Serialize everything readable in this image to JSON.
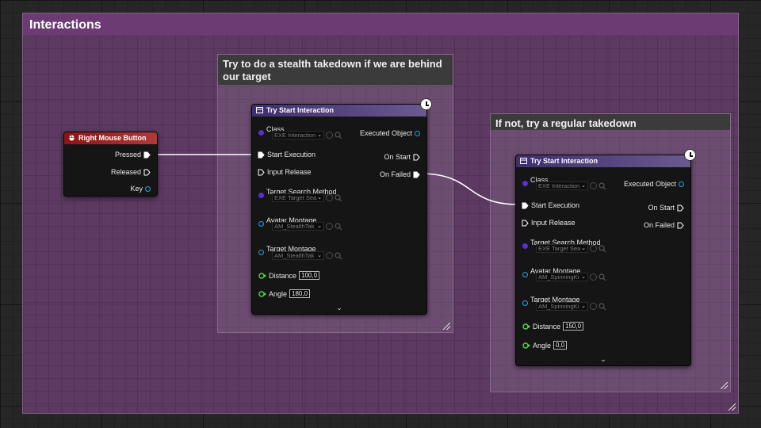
{
  "comments": {
    "outer": {
      "title": "Interactions"
    },
    "stealth": {
      "title": "Try to do a stealth takedown if we are behind our target"
    },
    "regular": {
      "title": "If not, try a regular takedown"
    }
  },
  "input_node": {
    "title": "Right Mouse Button",
    "pins": {
      "pressed": "Pressed",
      "released": "Released",
      "key": "Key"
    }
  },
  "node1": {
    "title": "Try Start Interaction",
    "class_label": "Class",
    "class_value": "EXE Interaction",
    "start_execution": "Start Execution",
    "input_release": "Input Release",
    "search_label": "Target Search Method",
    "search_value": "EXE Target Sea",
    "avatar_label": "Avatar Montage",
    "avatar_value": "AM_StealthTak",
    "target_label": "Target Montage",
    "target_value": "AM_StealthTak",
    "distance_label": "Distance",
    "distance_value": "100,0",
    "angle_label": "Angle",
    "angle_value": "180,0",
    "executed_object": "Executed Object",
    "on_start": "On Start",
    "on_failed": "On Failed"
  },
  "node2": {
    "title": "Try Start Interaction",
    "class_label": "Class",
    "class_value": "EXE Interaction",
    "start_execution": "Start Execution",
    "input_release": "Input Release",
    "search_label": "Target Search Method",
    "search_value": "EXE Target Sea",
    "avatar_label": "Avatar Montage",
    "avatar_value": "AM_SpinningKi",
    "target_label": "Target Montage",
    "target_value": "AM_SpinningKi",
    "distance_label": "Distance",
    "distance_value": "150,0",
    "angle_label": "Angle",
    "angle_value": "0,0",
    "executed_object": "Executed Object",
    "on_start": "On Start",
    "on_failed": "On Failed"
  },
  "colors": {
    "class_pin": "#5a2fd0",
    "object_pin": "#2aa0e8",
    "float_pin": "#59d14f",
    "exec_pin": "#ffffff"
  },
  "icons": {
    "function": "function-icon",
    "mouse": "mouse-icon",
    "latent": "clock-icon",
    "browse": "search-icon",
    "use": "use-selected-icon"
  }
}
